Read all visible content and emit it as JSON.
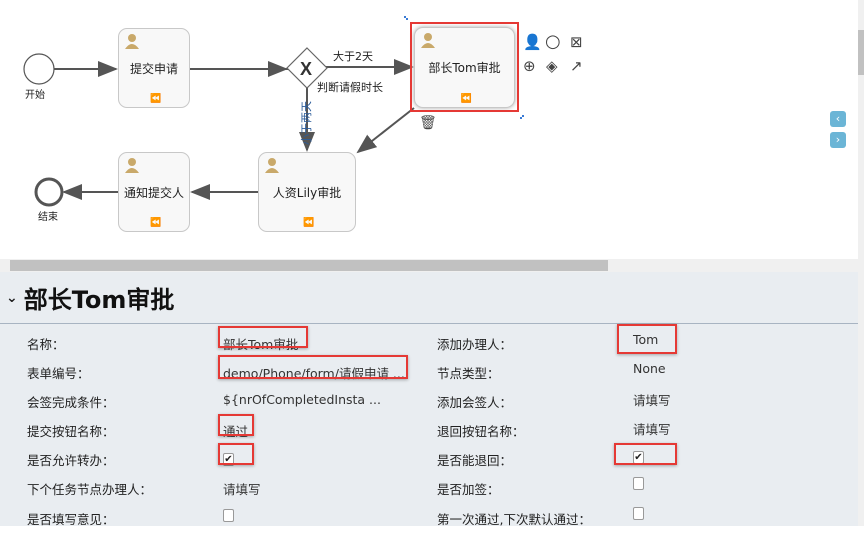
{
  "diagram": {
    "start_label": "开始",
    "end_label": "结束",
    "tasks": [
      "提交申请",
      "部长Tom审批",
      "人资Lily审批",
      "通知提交人"
    ],
    "gateway_label": "判断请假时长",
    "flow_gt2": "大于2天",
    "flow_lt2": "小于两天"
  },
  "panel": {
    "title": "部长Tom审批",
    "rows": [
      {
        "l": "名称：",
        "v": "部长Tom审批",
        "l2": "添加办理人：",
        "v2": "Tom"
      },
      {
        "l": "表单编号：",
        "v": "demo/Phone/form/请假申请 ...",
        "l2": "节点类型：",
        "v2": "None"
      },
      {
        "l": "会签完成条件：",
        "v": "${nrOfCompletedInsta ...",
        "l2": "添加会签人：",
        "v2": "请填写"
      },
      {
        "l": "提交按钮名称：",
        "v": "通过",
        "l2": "退回按钮名称：",
        "v2": "请填写"
      },
      {
        "l": "是否允许转办：",
        "v_checked": true,
        "l2": "是否能退回：",
        "v2_checked": true
      },
      {
        "l": "下个任务节点办理人：",
        "v": "请填写",
        "l2": "是否加签：",
        "v2_checked": false
      },
      {
        "l": "是否填写意见：",
        "v_checked": false,
        "l2": "第一次通过,下次默认通过：",
        "v2_checked": false
      }
    ]
  }
}
